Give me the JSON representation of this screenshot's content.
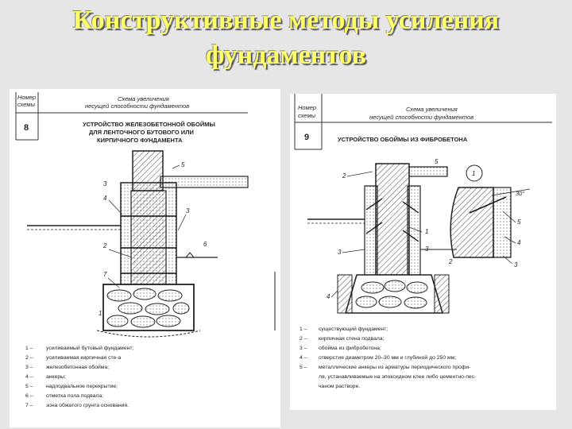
{
  "slide": {
    "title_line1": "Конструктивные методы усиления",
    "title_line2": "фундаментов"
  },
  "left_sheet": {
    "header_col1": [
      "Номер",
      "схемы"
    ],
    "header_col2": [
      "Схема увеличения",
      "несущей способности фундаментов"
    ],
    "scheme_number": "8",
    "scheme_title": [
      "УСТРОЙСТВО ЖЕЛЕЗОБЕТОННОЙ ОБОЙМЫ",
      "ДЛЯ ЛЕНТОЧНОГО БУТОВОГО ИЛИ",
      "КИРПИЧНОГО ФУНДАМЕНТА"
    ],
    "callouts": [
      "5",
      "3",
      "4",
      "3",
      "2",
      "6",
      "7",
      "1"
    ],
    "legend": [
      {
        "num": "1 –",
        "text": "усиливаемый бутовый фундамент;"
      },
      {
        "num": "2 –",
        "text": "усиливаемая кирпичная сте-а"
      },
      {
        "num": "3 –",
        "text": "железобетонная обойма;"
      },
      {
        "num": "4 –",
        "text": "анкеры;"
      },
      {
        "num": "5 –",
        "text": "надподвальное перекрытие;"
      },
      {
        "num": "6 –",
        "text": "отметка пола подвала;"
      },
      {
        "num": "7 –",
        "text": "зона обжатого грунта основания."
      }
    ]
  },
  "right_sheet": {
    "header_col1": [
      "Номер",
      "схемы"
    ],
    "header_col2": [
      "Схема увеличения",
      "несущей способности фундаментов"
    ],
    "scheme_number": "9",
    "scheme_title": "УСТРОЙСТВО ОБОЙМЫ ИЗ ФИБРОБЕТОНА",
    "angle_label": "30°",
    "callouts_main": [
      "2",
      "5",
      "1",
      "3",
      "3",
      "4"
    ],
    "callouts_detail": [
      "1",
      "5",
      "4",
      "2",
      "3"
    ],
    "legend": [
      {
        "num": "1 –",
        "text": "существующий фундамент;"
      },
      {
        "num": "2 –",
        "text": "кирпичная стена подвала;"
      },
      {
        "num": "3 –",
        "text": "обойма из фибробетона;"
      },
      {
        "num": "4 –",
        "text": "отверстия диаметром 20–30 мм и глубиной до 250 мм;"
      },
      {
        "num": "5 –",
        "text": "металлические анкеры из арматуры периодического профи-"
      },
      {
        "num": "",
        "text": "ля, устанавливаемые на эпоксидном клее либо цементно-пес-"
      },
      {
        "num": "",
        "text": "чаном растворе."
      }
    ]
  }
}
